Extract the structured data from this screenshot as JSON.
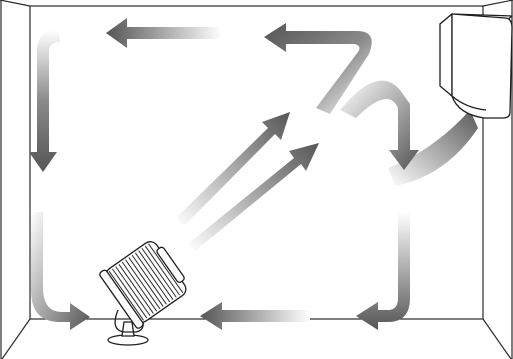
{
  "colors": {
    "background": "#ffffff",
    "wall_line": "#2a2a2a",
    "arrow_dark": "#555555",
    "arrow_mid": "#7a7a7a",
    "arrow_light": "#ffffff",
    "device_fill": "#ffffff",
    "device_stroke": "#1e1e1e",
    "fan_rib": "#2b2b2b"
  },
  "icons": [
    "air-conditioner-icon",
    "circulator-fan-icon",
    "airflow-arrow-icon"
  ],
  "airflow_arrows": [
    "ceiling-arrow-left",
    "ceiling-arrow-right",
    "left-wall-arrow-down",
    "left-lower-arrow-to-fan",
    "floor-arrow-left",
    "right-wall-arrow-down",
    "right-lower-arrow-left",
    "diagonal-arrow-upper",
    "diagonal-arrow-lower",
    "right-curve-arrow-down",
    "ac-discharge-stream"
  ]
}
